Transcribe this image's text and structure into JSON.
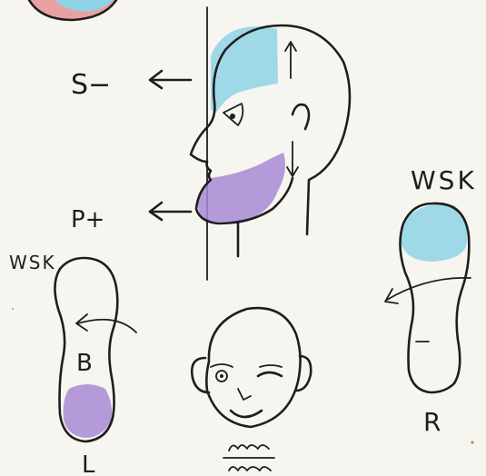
{
  "labels": {
    "s_minus": "S−",
    "p_plus": "P+",
    "wsk_left": "WSK",
    "wsk_right": "WSK",
    "b": "B",
    "left_foot": "L",
    "right_foot": "R"
  },
  "colors": {
    "blue": "#8fd3e6",
    "purple": "#a98ad6",
    "red": "#e07a7a",
    "ink": "#1e1e1e",
    "paper": "#f7f5ef"
  }
}
